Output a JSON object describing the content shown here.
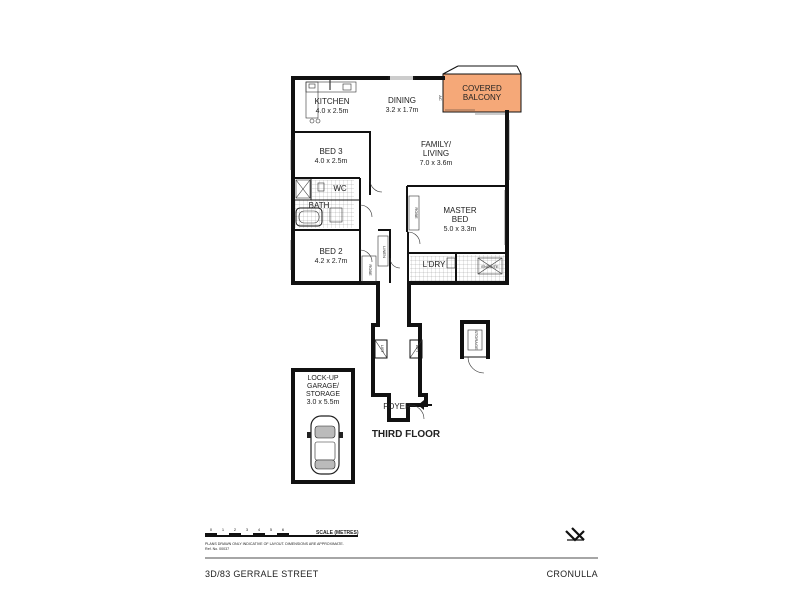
{
  "colors": {
    "balcony": "#F5A878",
    "walls": "#111111"
  },
  "rooms": {
    "kitchen": {
      "name": "KITCHEN",
      "dims": "4.0 x 2.5m"
    },
    "dining": {
      "name": "DINING",
      "dims": "3.2 x 1.7m"
    },
    "balcony": {
      "name_line1": "COVERED",
      "name_line2": "BALCONY"
    },
    "ac": "AC",
    "bed3": {
      "name": "BED 3",
      "dims": "4.0 x 2.5m"
    },
    "family": {
      "name_line1": "FAMILY/",
      "name_line2": "LIVING",
      "dims": "7.0 x 3.6m"
    },
    "wc": "WC",
    "bath": "BATH",
    "master": {
      "name_line1": "MASTER",
      "name_line2": "BED",
      "dims": "5.0 x 3.3m"
    },
    "robe_master": "ROBE",
    "ensuite": "ENSUITE",
    "bed2": {
      "name": "BED 2",
      "dims": "4.2 x 2.7m"
    },
    "linen": "LINEN",
    "robe_bed2": "ROBE",
    "ldry": "L'DRY",
    "lift": "LIFT",
    "storage": "STORAGE",
    "foyer": "FOYER",
    "garage": {
      "line1": "LOCK-UP",
      "line2": "GARAGE/",
      "line3": "STORAGE",
      "dims": "3.0 x 5.5m"
    }
  },
  "floor_label": "THIRD FLOOR",
  "scale": {
    "label": "SCALE (METRES)",
    "ticks": [
      "0",
      "1",
      "2",
      "3",
      "4",
      "5",
      "6"
    ]
  },
  "disclaimer": {
    "line1": "PLANS DRAWN ONLY INDICATIVE OF LAYOUT. DIMENSIONS ARE APPROXIMATE.",
    "line2": "Ref. No. 00037"
  },
  "footer": {
    "address": "3D/83 GERRALE STREET",
    "suburb": "CRONULLA"
  }
}
